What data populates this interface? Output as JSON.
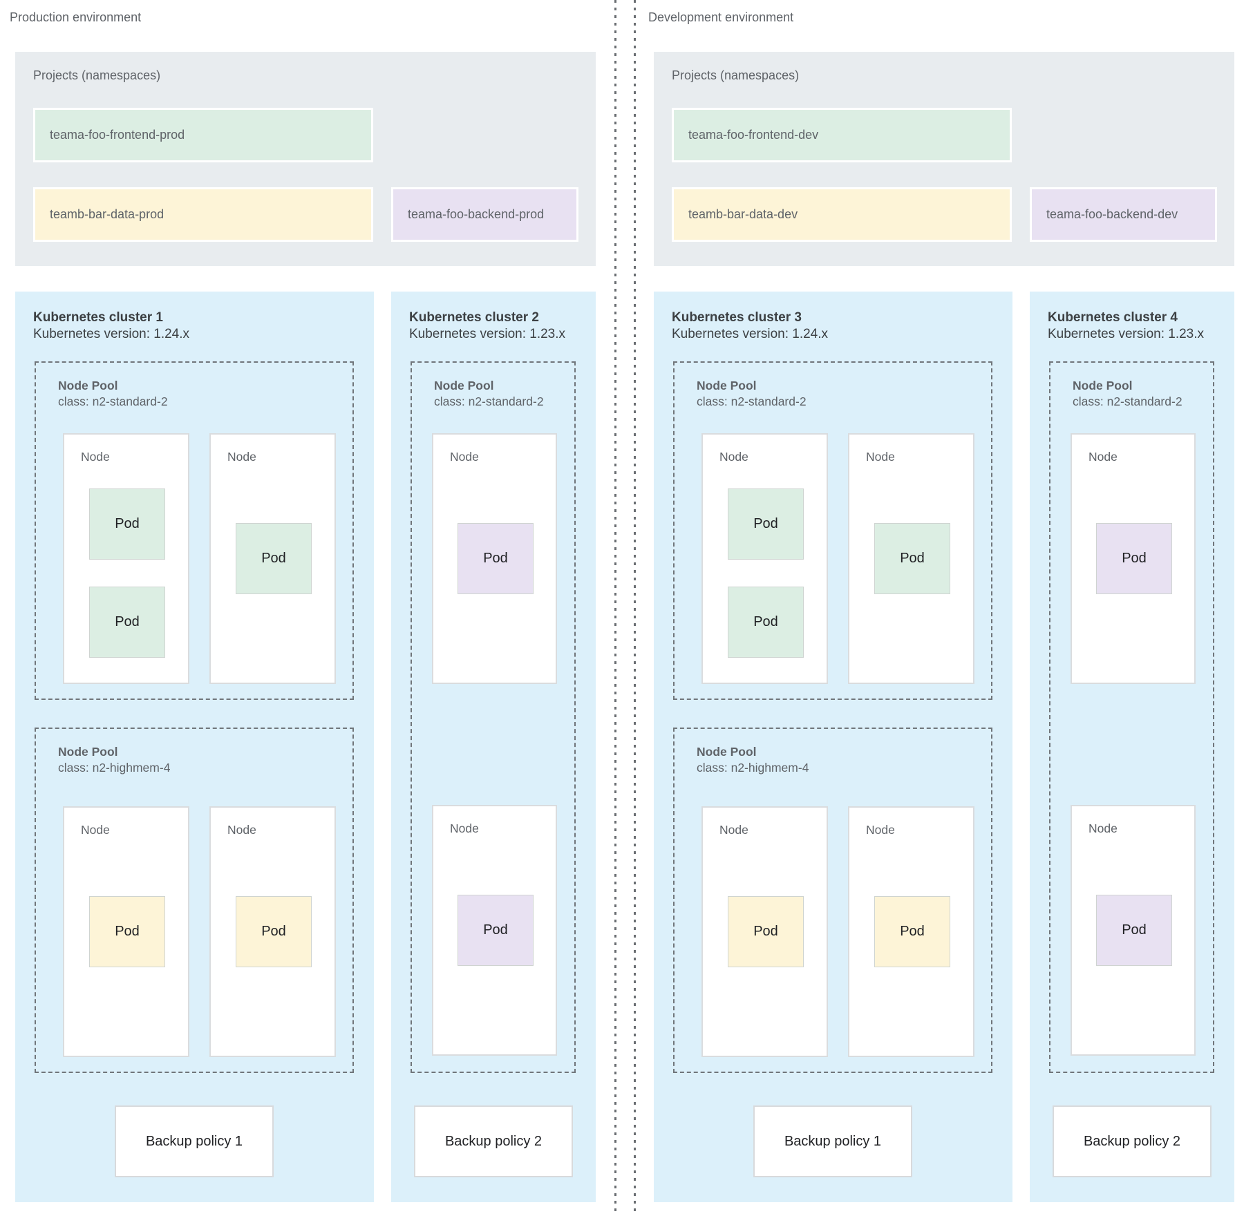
{
  "palette": {
    "cluster_blue": "#dcf0fa",
    "projects_gray": "#e8ecef",
    "namespace_green": "#dceee3",
    "namespace_yellow": "#fdf4d7",
    "namespace_purple": "#e8e1f2",
    "divider_gray": "#6a6e72",
    "text_gray": "#5f6368",
    "text_dark": "#3c4043"
  },
  "environments": [
    {
      "label": "Production environment",
      "projects_title": "Projects (namespaces)",
      "projects": [
        {
          "name": "teama-foo-frontend-prod",
          "color": "green"
        },
        {
          "name": "teamb-bar-data-prod",
          "color": "yellow"
        },
        {
          "name": "teama-foo-backend-prod",
          "color": "purple"
        }
      ],
      "clusters": [
        {
          "title": "Kubernetes cluster 1",
          "version": "Kubernetes version: 1.24.x",
          "backup_policy": "Backup policy 1",
          "node_pools": [
            {
              "title": "Node Pool",
              "class_line": "class: n2-standard-2",
              "nodes": [
                {
                  "label": "Node",
                  "pods": [
                    {
                      "label": "Pod",
                      "color": "green"
                    },
                    {
                      "label": "Pod",
                      "color": "green"
                    }
                  ]
                },
                {
                  "label": "Node",
                  "pods": [
                    {
                      "label": "Pod",
                      "color": "green"
                    }
                  ]
                }
              ]
            },
            {
              "title": "Node Pool",
              "class_line": "class: n2-highmem-4",
              "nodes": [
                {
                  "label": "Node",
                  "pods": [
                    {
                      "label": "Pod",
                      "color": "yellow"
                    }
                  ]
                },
                {
                  "label": "Node",
                  "pods": [
                    {
                      "label": "Pod",
                      "color": "yellow"
                    }
                  ]
                }
              ]
            }
          ]
        },
        {
          "title": "Kubernetes cluster 2",
          "version": "Kubernetes version: 1.23.x",
          "backup_policy": "Backup policy 2",
          "node_pools": [
            {
              "title": "Node Pool",
              "class_line": "class: n2-standard-2",
              "nodes": [
                {
                  "label": "Node",
                  "pods": [
                    {
                      "label": "Pod",
                      "color": "purple"
                    }
                  ]
                },
                {
                  "label": "Node",
                  "pods": [
                    {
                      "label": "Pod",
                      "color": "purple"
                    }
                  ]
                }
              ]
            }
          ]
        }
      ]
    },
    {
      "label": "Development environment",
      "projects_title": "Projects (namespaces)",
      "projects": [
        {
          "name": "teama-foo-frontend-dev",
          "color": "green"
        },
        {
          "name": "teamb-bar-data-dev",
          "color": "yellow"
        },
        {
          "name": "teama-foo-backend-dev",
          "color": "purple"
        }
      ],
      "clusters": [
        {
          "title": "Kubernetes cluster 3",
          "version": "Kubernetes version: 1.24.x",
          "backup_policy": "Backup policy 1",
          "node_pools": [
            {
              "title": "Node Pool",
              "class_line": "class: n2-standard-2",
              "nodes": [
                {
                  "label": "Node",
                  "pods": [
                    {
                      "label": "Pod",
                      "color": "green"
                    },
                    {
                      "label": "Pod",
                      "color": "green"
                    }
                  ]
                },
                {
                  "label": "Node",
                  "pods": [
                    {
                      "label": "Pod",
                      "color": "green"
                    }
                  ]
                }
              ]
            },
            {
              "title": "Node Pool",
              "class_line": "class: n2-highmem-4",
              "nodes": [
                {
                  "label": "Node",
                  "pods": [
                    {
                      "label": "Pod",
                      "color": "yellow"
                    }
                  ]
                },
                {
                  "label": "Node",
                  "pods": [
                    {
                      "label": "Pod",
                      "color": "yellow"
                    }
                  ]
                }
              ]
            }
          ]
        },
        {
          "title": "Kubernetes cluster 4",
          "version": "Kubernetes version: 1.23.x",
          "backup_policy": "Backup policy 2",
          "node_pools": [
            {
              "title": "Node Pool",
              "class_line": "class: n2-standard-2",
              "nodes": [
                {
                  "label": "Node",
                  "pods": [
                    {
                      "label": "Pod",
                      "color": "purple"
                    }
                  ]
                },
                {
                  "label": "Node",
                  "pods": [
                    {
                      "label": "Pod",
                      "color": "purple"
                    }
                  ]
                }
              ]
            }
          ]
        }
      ]
    }
  ]
}
